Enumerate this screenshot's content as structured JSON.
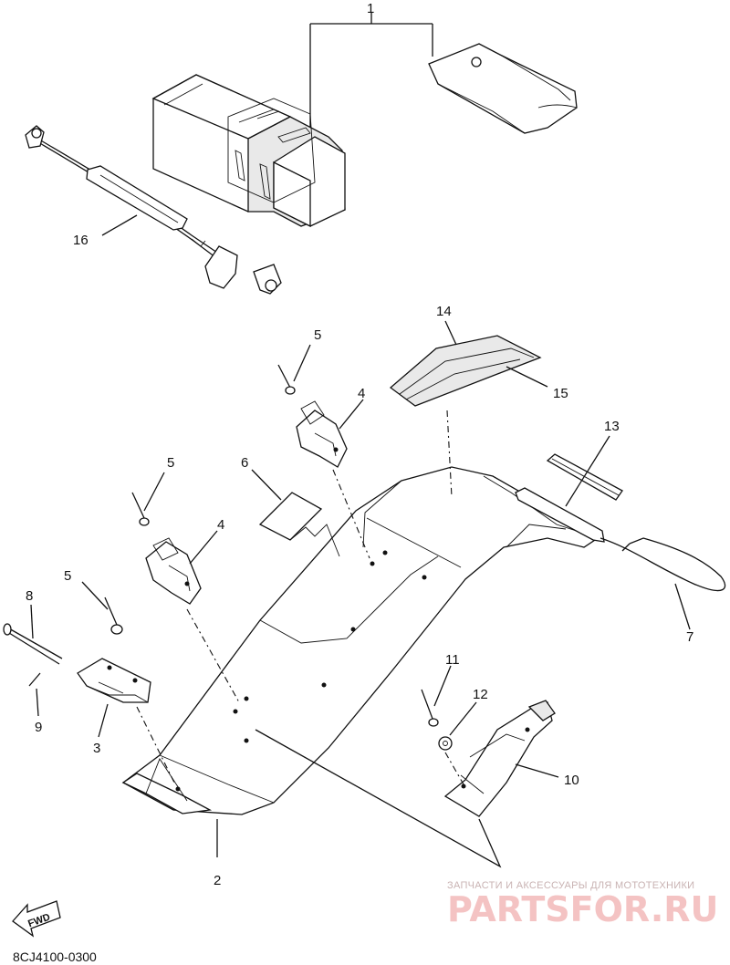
{
  "diagram": {
    "callouts": {
      "c1": "1",
      "c2": "2",
      "c3": "3",
      "c4a": "4",
      "c4b": "4",
      "c5a": "5",
      "c5b": "5",
      "c5c": "5",
      "c6": "6",
      "c7": "7",
      "c8": "8",
      "c9": "9",
      "c10": "10",
      "c11": "11",
      "c12": "12",
      "c13": "13",
      "c14": "14",
      "c15": "15",
      "c16": "16"
    },
    "fwd_label": "FWD",
    "drawing_code": "8CJ4100-0300"
  },
  "watermark": {
    "tagline": "ЗАПЧАСТИ И АКСЕССУАРЫ ДЛЯ МОТОТЕХНИКИ",
    "brand": "PARTSFOR.RU"
  },
  "colors": {
    "line": "#111111",
    "watermark_text": "#c9b3b3",
    "watermark_brand": "#f4c3c3"
  }
}
